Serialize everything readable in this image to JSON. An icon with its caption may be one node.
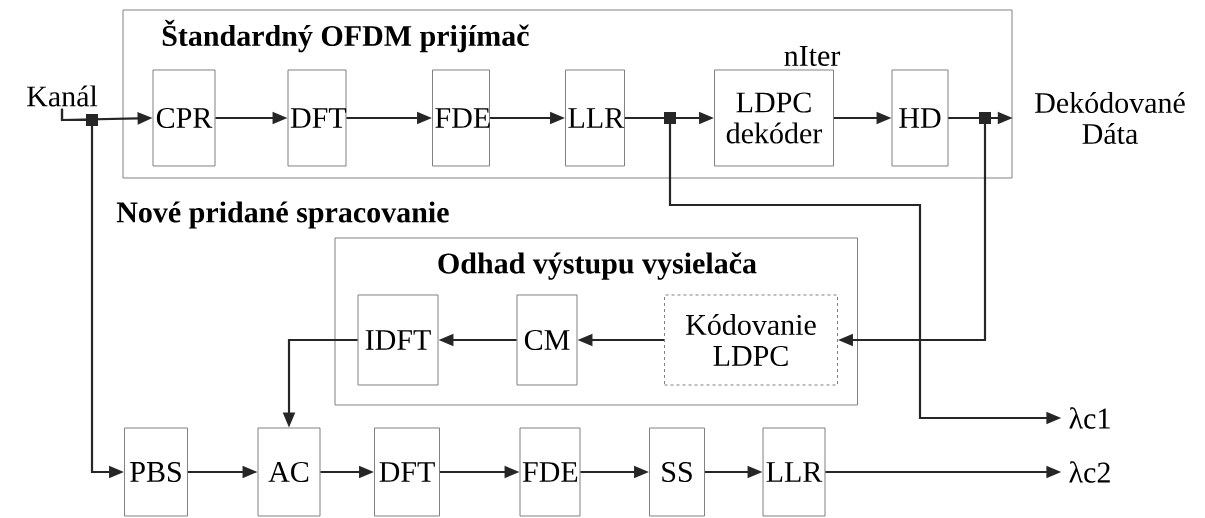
{
  "diagram": {
    "nodes": [
      {
        "text": [
          "Štandardný OFDM prijímač"
        ]
      },
      {
        "text": [
          "Kanál"
        ]
      },
      {
        "text": [
          "CPR"
        ],
        "in": 0
      },
      {
        "text": [
          "DFT"
        ],
        "in": 0
      },
      {
        "text": [
          "FDE"
        ],
        "in": 0
      },
      {
        "text": [
          "LLR"
        ],
        "in": 0
      },
      {
        "text": [
          "LDPC dekóder"
        ],
        "in": 0,
        "beside": [
          "nIter"
        ]
      },
      {
        "text": [
          "HD"
        ],
        "in": 0
      },
      {
        "text": [
          "Dekódované Dáta"
        ]
      },
      {
        "text": [
          "Odhad výstupu vysielača"
        ]
      },
      {
        "text": [
          "IDFT"
        ],
        "in": 9
      },
      {
        "text": [
          "CM"
        ],
        "in": 9
      },
      {
        "text": [
          "Kódovanie LDPC"
        ],
        "in": 9
      },
      {
        "text": [
          "λc1"
        ]
      },
      {
        "text": [
          "λc2"
        ]
      },
      {
        "text": [
          "PBS"
        ]
      },
      {
        "text": [
          "AC"
        ]
      },
      {
        "text": [
          "DFT"
        ]
      },
      {
        "text": [
          "FDE"
        ]
      },
      {
        "text": [
          "SS"
        ]
      },
      {
        "text": [
          "LLR"
        ]
      }
    ],
    "edges": [
      {
        "from": 1,
        "to": 2,
        "arrow": "to"
      },
      {
        "from": 1,
        "to": 15,
        "arrow": "to"
      },
      {
        "from": 2,
        "to": 3,
        "arrow": "to"
      },
      {
        "from": 3,
        "to": 4,
        "arrow": "to"
      },
      {
        "from": 4,
        "to": 5,
        "arrow": "to"
      },
      {
        "from": 5,
        "to": 6,
        "arrow": "to"
      },
      {
        "from": 5,
        "to": 13,
        "arrow": "to"
      },
      {
        "from": 6,
        "to": 7,
        "arrow": "to"
      },
      {
        "from": 7,
        "to": 8,
        "arrow": "to"
      },
      {
        "from": 7,
        "to": 12,
        "arrow": "to"
      },
      {
        "from": 12,
        "to": 11,
        "arrow": "to"
      },
      {
        "from": 11,
        "to": 10,
        "arrow": "to"
      },
      {
        "from": 10,
        "to": 16,
        "arrow": "to"
      },
      {
        "from": 15,
        "to": 16,
        "arrow": "to"
      },
      {
        "from": 16,
        "to": 17,
        "arrow": "to"
      },
      {
        "from": 17,
        "to": 18,
        "arrow": "to"
      },
      {
        "from": 18,
        "to": 19,
        "arrow": "to"
      },
      {
        "from": 19,
        "to": 20,
        "arrow": "to"
      },
      {
        "from": 20,
        "to": 14,
        "arrow": "to"
      }
    ],
    "labels": [
      "Nové pridané spracovanie"
    ]
  }
}
